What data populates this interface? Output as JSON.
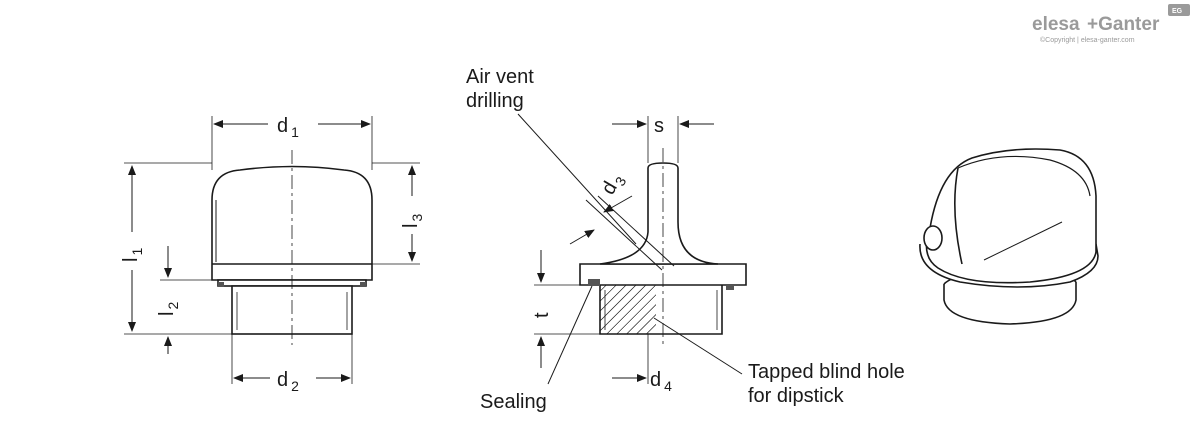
{
  "brand": {
    "logo_text_1": "elesa",
    "logo_text_2": "+Ganter",
    "badge": "EG",
    "copyright": "©Copyright | elesa-ganter.com"
  },
  "front_view": {
    "d1": {
      "main": "d",
      "sub": "1"
    },
    "d2": {
      "main": "d",
      "sub": "2"
    },
    "l1": {
      "main": "l",
      "sub": "1"
    },
    "l2": {
      "main": "l",
      "sub": "2"
    },
    "l3": {
      "main": "l",
      "sub": "3"
    }
  },
  "section_view": {
    "air_vent_line1": "Air vent",
    "air_vent_line2": "drilling",
    "s": "s",
    "d3": {
      "main": "d",
      "sub": "3"
    },
    "t": "t",
    "d4": {
      "main": "d",
      "sub": "4"
    },
    "sealing": "Sealing",
    "tapped_line1": "Tapped blind hole",
    "tapped_line2": "for dipstick"
  }
}
